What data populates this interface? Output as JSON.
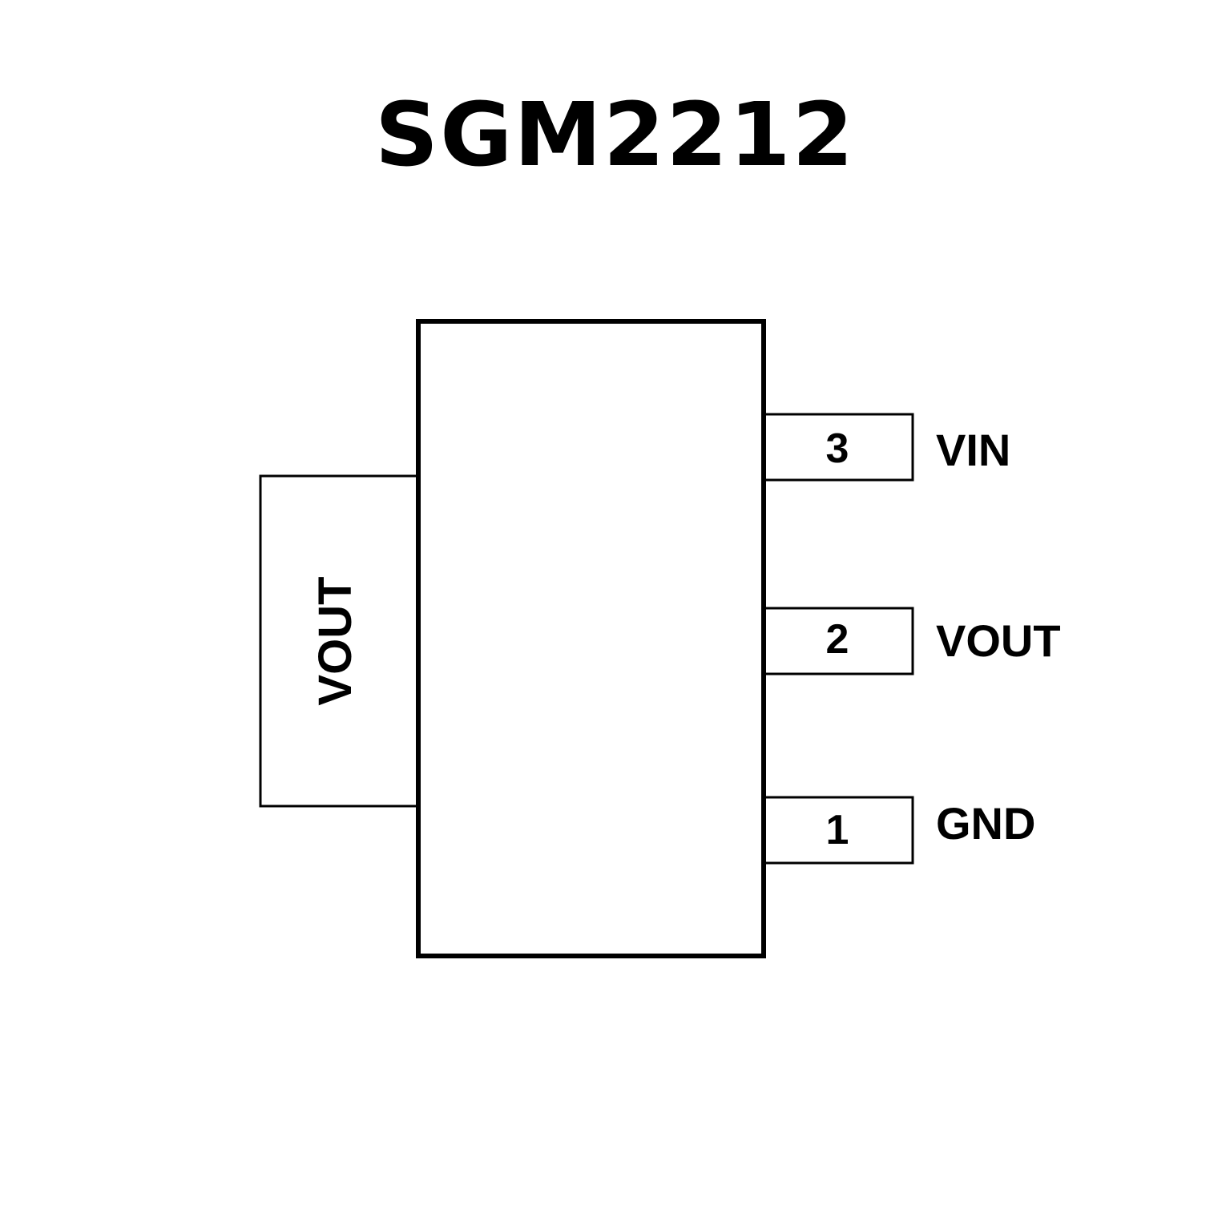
{
  "title": "SGM2212",
  "package": {
    "tab_label": "VOUT",
    "pins": [
      {
        "number": "3",
        "name": "VIN"
      },
      {
        "number": "2",
        "name": "VOUT"
      },
      {
        "number": "1",
        "name": "GND"
      }
    ]
  },
  "colors": {
    "line": "#000000",
    "background": "#ffffff"
  }
}
